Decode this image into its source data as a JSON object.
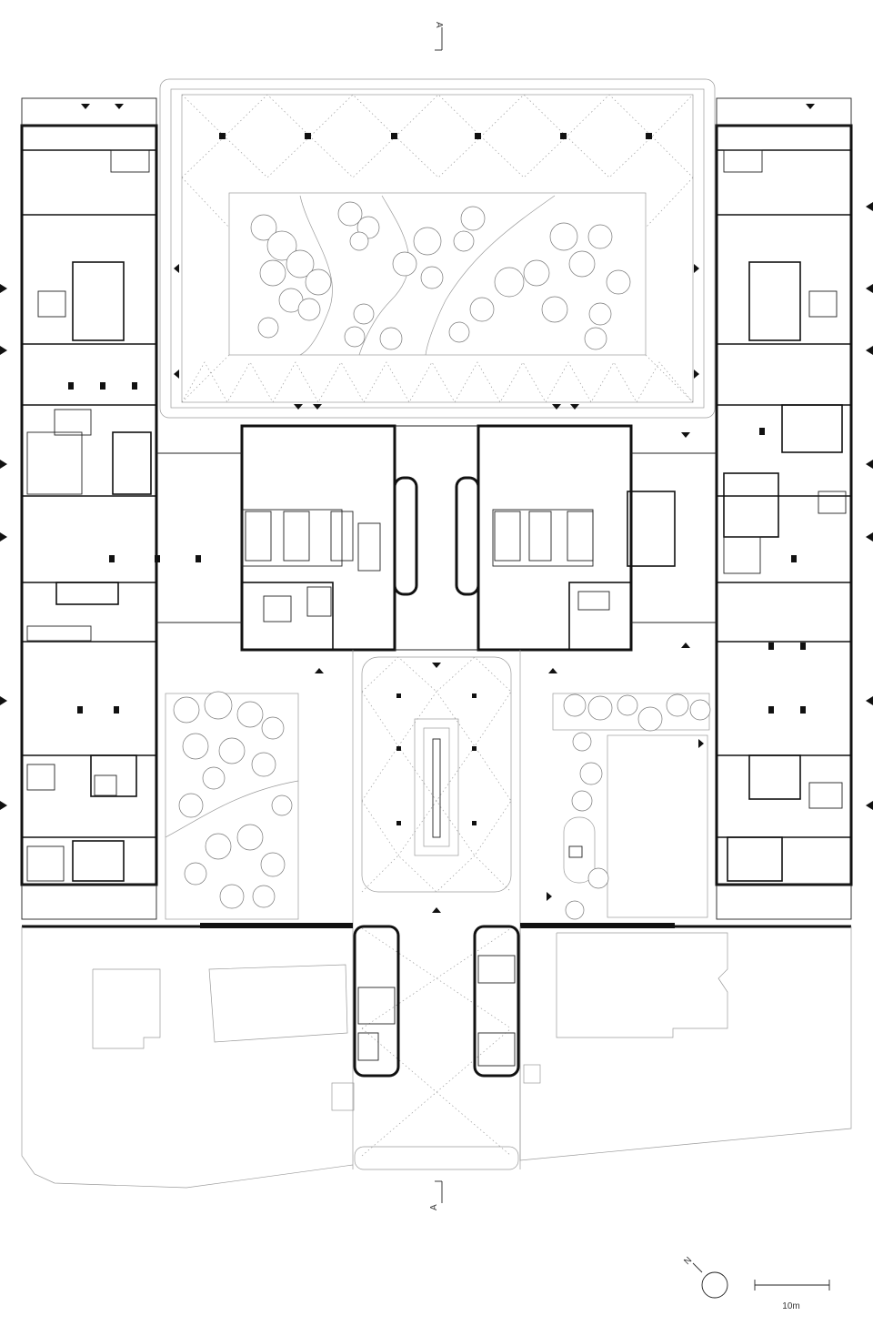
{
  "section_marker_top": "A",
  "section_marker_bottom": "A",
  "north_label": "N",
  "scale_label": "10m"
}
